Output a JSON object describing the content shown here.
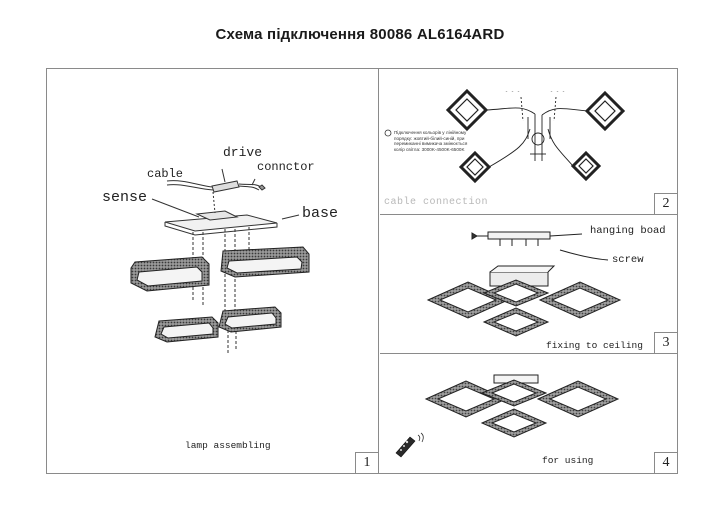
{
  "title": "Схема підключення 80086 AL6164ARD",
  "panels": [
    {
      "number": "1",
      "caption": "lamp  assembling",
      "labels": {
        "drive": "drive",
        "cable": "cable",
        "connector": "connctor",
        "sense": "sense",
        "base": "base"
      }
    },
    {
      "number": "2",
      "caption": "cable connection",
      "note": "Підключення кольорів у лінійному порядку: жовтий-білий-синій, при перемиканні вимикача змінюється колір світла: 3000K-4500K-6500K"
    },
    {
      "number": "3",
      "caption": "fixing to ceiling",
      "labels": {
        "hanging_board": "hanging boad",
        "screw": "screw"
      }
    },
    {
      "number": "4",
      "caption": "for using"
    }
  ]
}
